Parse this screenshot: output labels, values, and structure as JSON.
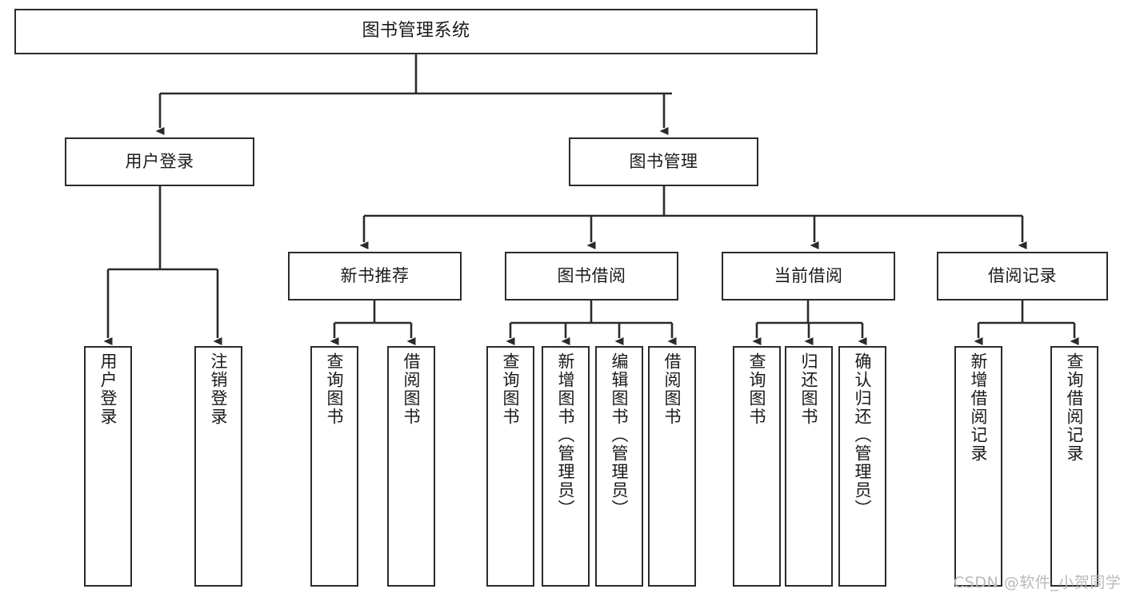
{
  "diagram": {
    "type": "tree-hierarchy",
    "title": "图书管理系统",
    "watermark": "CSDN @软件_小贺同学",
    "colors": {
      "stroke": "#2b2b2b",
      "fill": "#ffffff",
      "text": "#1a1a1a",
      "watermark": "#b9b9b9"
    },
    "nodes": {
      "root": {
        "label": "图书管理系统"
      },
      "level1": [
        {
          "id": "user-login",
          "label": "用户登录"
        },
        {
          "id": "book-manage",
          "label": "图书管理"
        }
      ],
      "level2": [
        {
          "id": "new-book-recommend",
          "label": "新书推荐"
        },
        {
          "id": "book-borrow",
          "label": "图书借阅"
        },
        {
          "id": "current-borrow",
          "label": "当前借阅"
        },
        {
          "id": "borrow-record",
          "label": "借阅记录"
        }
      ],
      "leaves": [
        {
          "id": "leaf-user-login",
          "label": "用户登录",
          "parent": "user-login"
        },
        {
          "id": "leaf-user-logout",
          "label": "注销登录",
          "parent": "user-login"
        },
        {
          "id": "leaf-query-book-1",
          "label": "查询图书",
          "parent": "new-book-recommend"
        },
        {
          "id": "leaf-borrow-book-1",
          "label": "借阅图书",
          "parent": "new-book-recommend"
        },
        {
          "id": "leaf-query-book-2",
          "label": "查询图书",
          "parent": "book-borrow"
        },
        {
          "id": "leaf-add-book",
          "label": "新增图书（管理员）",
          "parent": "book-borrow"
        },
        {
          "id": "leaf-edit-book",
          "label": "编辑图书（管理员）",
          "parent": "book-borrow"
        },
        {
          "id": "leaf-borrow-book-2",
          "label": "借阅图书",
          "parent": "book-borrow"
        },
        {
          "id": "leaf-query-book-3",
          "label": "查询图书",
          "parent": "current-borrow"
        },
        {
          "id": "leaf-return-book",
          "label": "归还图书",
          "parent": "current-borrow"
        },
        {
          "id": "leaf-confirm-return",
          "label": "确认归还（管理员）",
          "parent": "current-borrow"
        },
        {
          "id": "leaf-add-record",
          "label": "新增借阅记录",
          "parent": "borrow-record"
        },
        {
          "id": "leaf-query-record",
          "label": "查询借阅记录",
          "parent": "borrow-record"
        }
      ]
    }
  }
}
